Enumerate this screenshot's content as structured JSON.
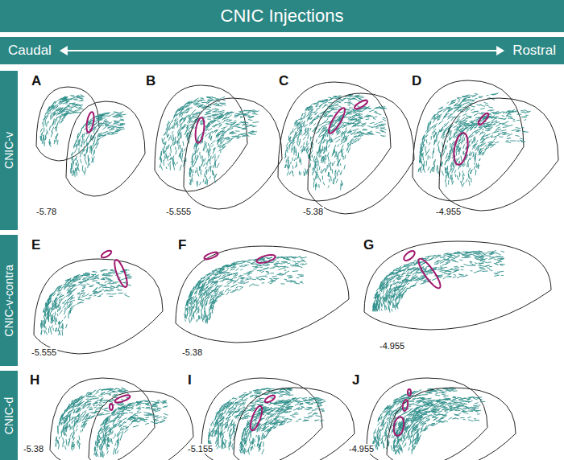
{
  "diagram": {
    "title": "CNIC Injections",
    "nodes": [
      {
        "text": [
          "Caudal",
          "Rostral"
        ]
      },
      {
        "text": [
          "CNIC-v"
        ]
      },
      {
        "text": [
          "CNIC-v-contra"
        ]
      },
      {
        "text": [
          "CNIC-d"
        ]
      }
    ],
    "labels": [
      "A",
      "B",
      "C",
      "D",
      "-5.78",
      "-5.555",
      "-5.38",
      "-4.955",
      "E",
      "F",
      "G",
      "-5.555",
      "-5.38",
      "-4.955",
      "H",
      "I",
      "J",
      "-5.38",
      "-5.155",
      "-4.955"
    ]
  }
}
